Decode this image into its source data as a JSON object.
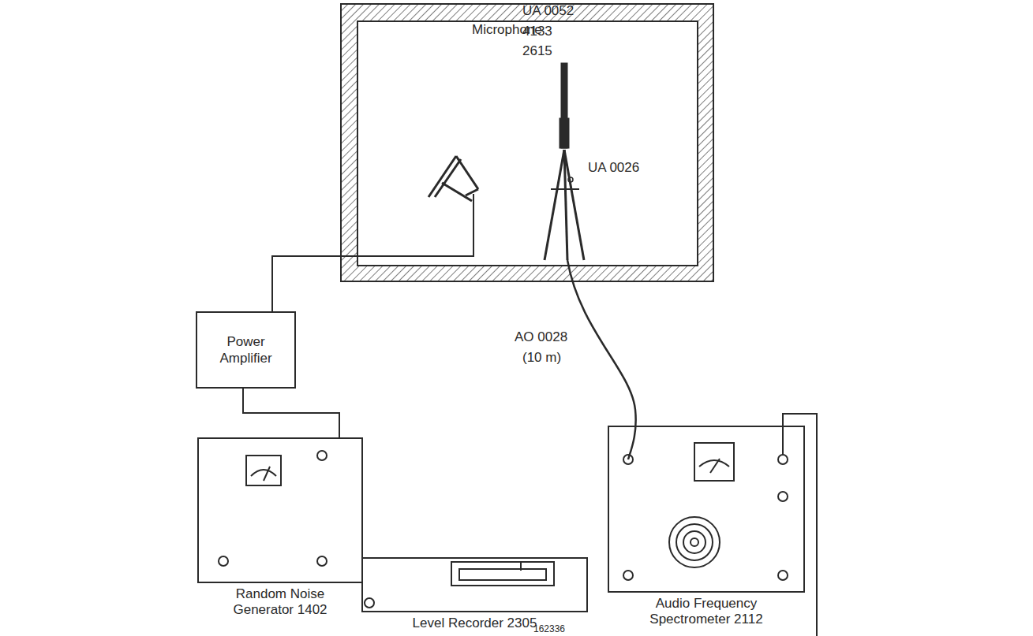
{
  "diagram": {
    "nodes": [
      {
        "text": [
          "Power Amplifier"
        ]
      },
      {
        "text": [
          "Random Noise Generator 1402"
        ]
      },
      {
        "text": [
          "Level Recorder 2305"
        ]
      },
      {
        "text": [
          "Audio Frequency Spectrometer 2112"
        ]
      }
    ],
    "edges": [
      {
        "from": 0,
        "to": 1,
        "arrow": "none"
      }
    ],
    "labels": [
      "Microphone",
      "UA 0052",
      "4133",
      "2615",
      "UA 0026",
      "AO 0028",
      "(10 m)",
      "162336"
    ]
  }
}
